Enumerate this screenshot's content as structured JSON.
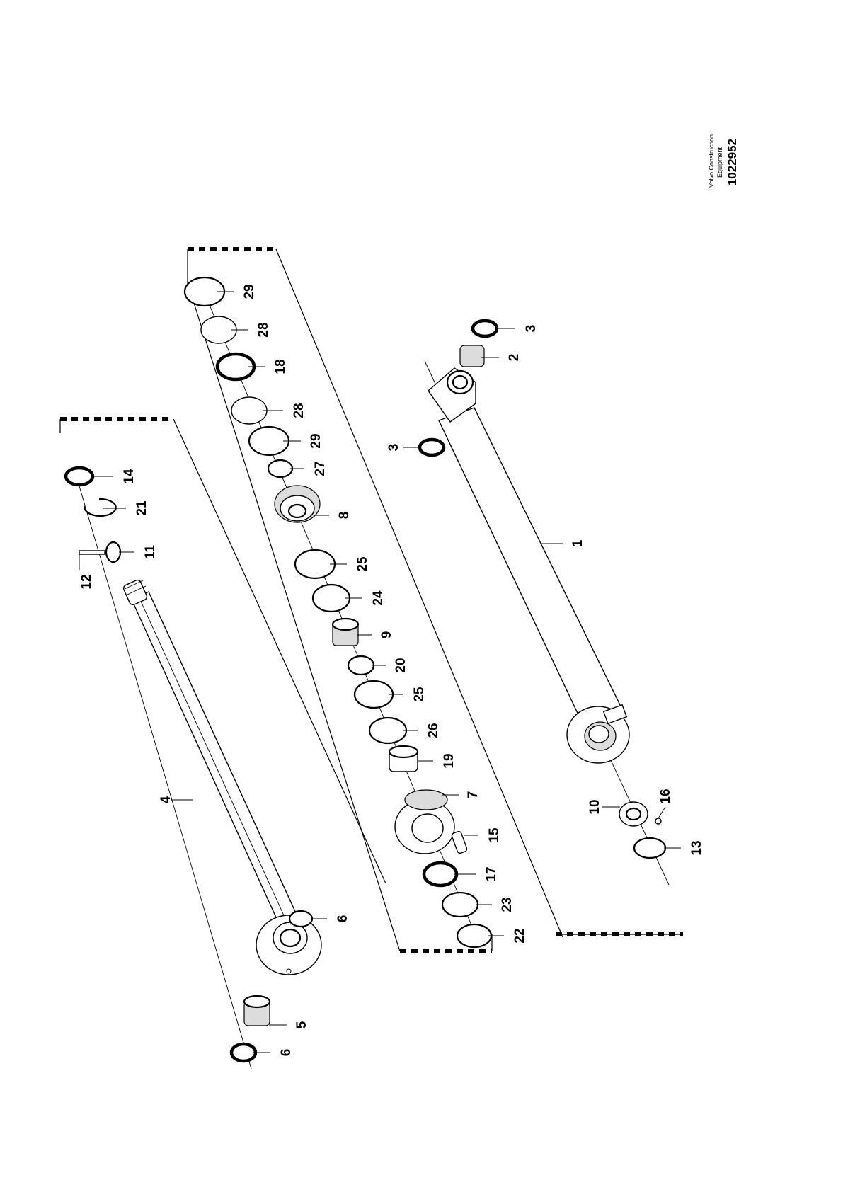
{
  "brand": {
    "line1": "Volvo Construction",
    "line2": "Equipment",
    "document_number": "1022952"
  },
  "callouts": {
    "c1": "1",
    "c2": "2",
    "c3a": "3",
    "c3b": "3",
    "c4": "4",
    "c5": "5",
    "c6a": "6",
    "c6b": "6",
    "c7": "7",
    "c8": "8",
    "c9": "9",
    "c10": "10",
    "c11": "11",
    "c12": "12",
    "c13": "13",
    "c14": "14",
    "c15": "15",
    "c16": "16",
    "c17": "17",
    "c18": "18",
    "c19": "19",
    "c20": "20",
    "c21": "21",
    "c22": "22",
    "c23": "23",
    "c24": "24",
    "c25a": "25",
    "c25b": "25",
    "c26": "26",
    "c27": "27",
    "c28a": "28",
    "c28b": "28",
    "c29a": "29",
    "c29b": "29"
  }
}
